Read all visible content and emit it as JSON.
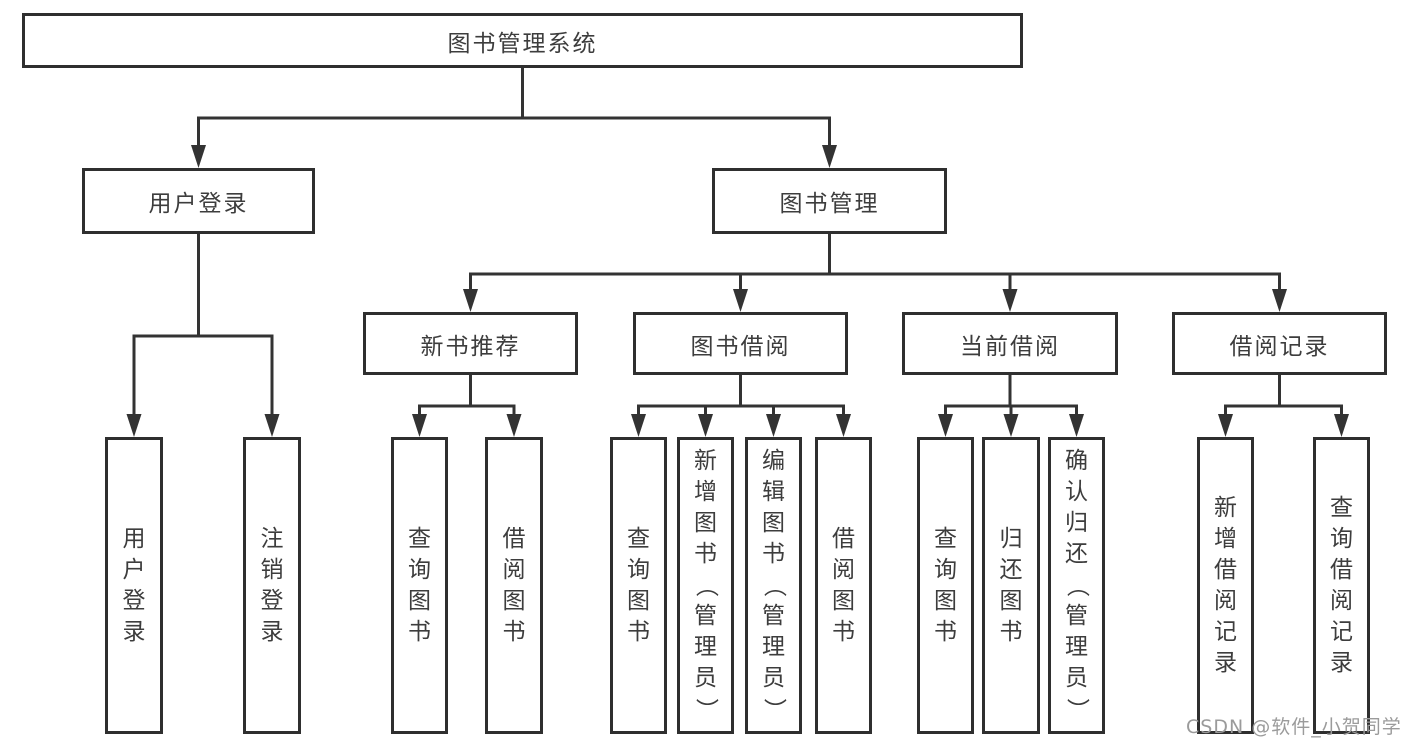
{
  "diagram": {
    "root": "图书管理系统",
    "branches": [
      {
        "label": "用户登录",
        "children": [
          "用户登录",
          "注销登录"
        ]
      },
      {
        "label": "图书管理",
        "sections": [
          {
            "label": "新书推荐",
            "children": [
              "查询图书",
              "借阅图书"
            ]
          },
          {
            "label": "图书借阅",
            "children": [
              "查询图书",
              "新增图书（管理员）",
              "编辑图书（管理员）",
              "借阅图书"
            ]
          },
          {
            "label": "当前借阅",
            "children": [
              "查询图书",
              "归还图书",
              "确认归还（管理员）"
            ]
          },
          {
            "label": "借阅记录",
            "children": [
              "新增借阅记录",
              "查询借阅记录"
            ]
          }
        ]
      }
    ]
  },
  "watermark": {
    "text": "CSDN @软件_小贺同学"
  },
  "colors": {
    "line": "#333333",
    "box_border": "#2f2f2f",
    "text": "#3d3d3d",
    "watermark": "#9b9b9b",
    "background": "#ffffff"
  }
}
